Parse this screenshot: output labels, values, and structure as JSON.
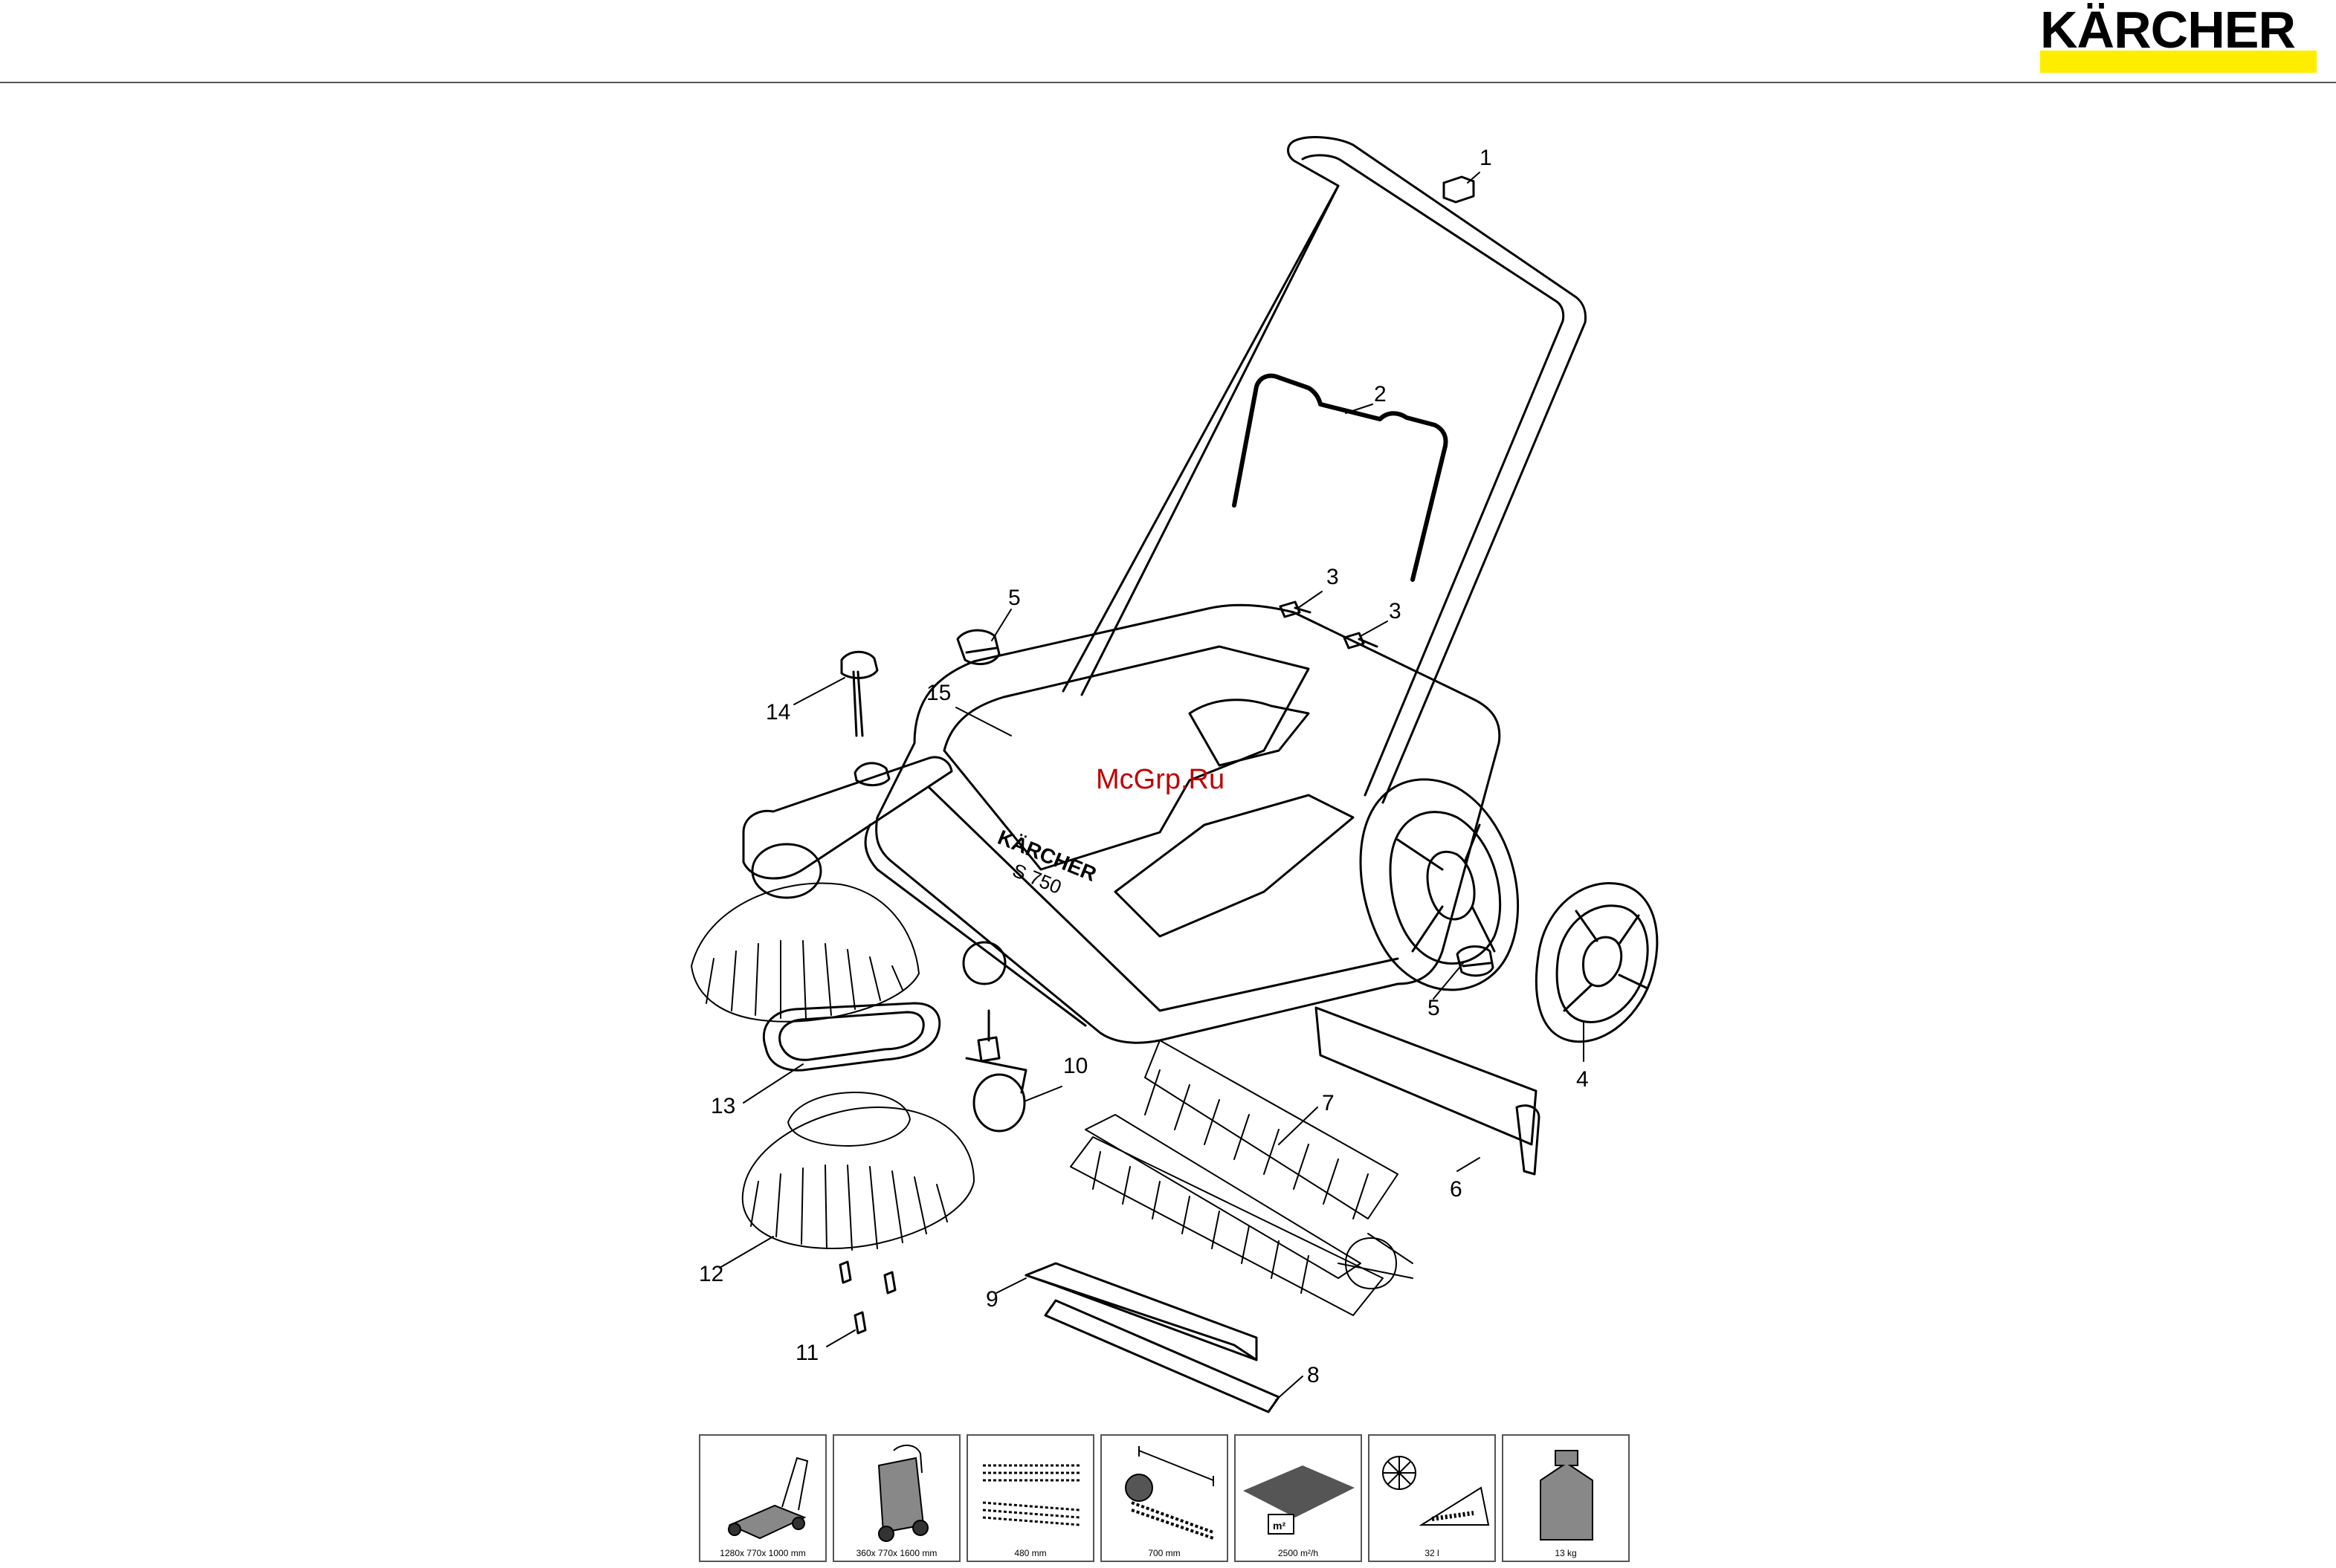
{
  "header": {
    "brand": "KÄRCHER",
    "brand_bar_color": "#ffed00"
  },
  "diagram": {
    "watermark": "McGrp.Ru",
    "machine_badge": "KÄRCHER",
    "machine_model": "S 750",
    "callouts": [
      "1",
      "2",
      "3",
      "3",
      "5",
      "14",
      "15",
      "5",
      "4",
      "10",
      "7",
      "13",
      "6",
      "12",
      "9",
      "11",
      "8"
    ]
  },
  "specs": [
    {
      "icon": "overall-dimensions-icon",
      "label": "1280x 770x 1000 mm"
    },
    {
      "icon": "folded-dimensions-icon",
      "label": "360x 770x 1600 mm"
    },
    {
      "icon": "brush-width-icon",
      "label": "480 mm"
    },
    {
      "icon": "working-width-icon",
      "label": "700 mm"
    },
    {
      "icon": "area-performance-icon",
      "label": "2500 m²/h"
    },
    {
      "icon": "container-volume-icon",
      "label": "32 l"
    },
    {
      "icon": "weight-icon",
      "label": "13 kg"
    }
  ]
}
